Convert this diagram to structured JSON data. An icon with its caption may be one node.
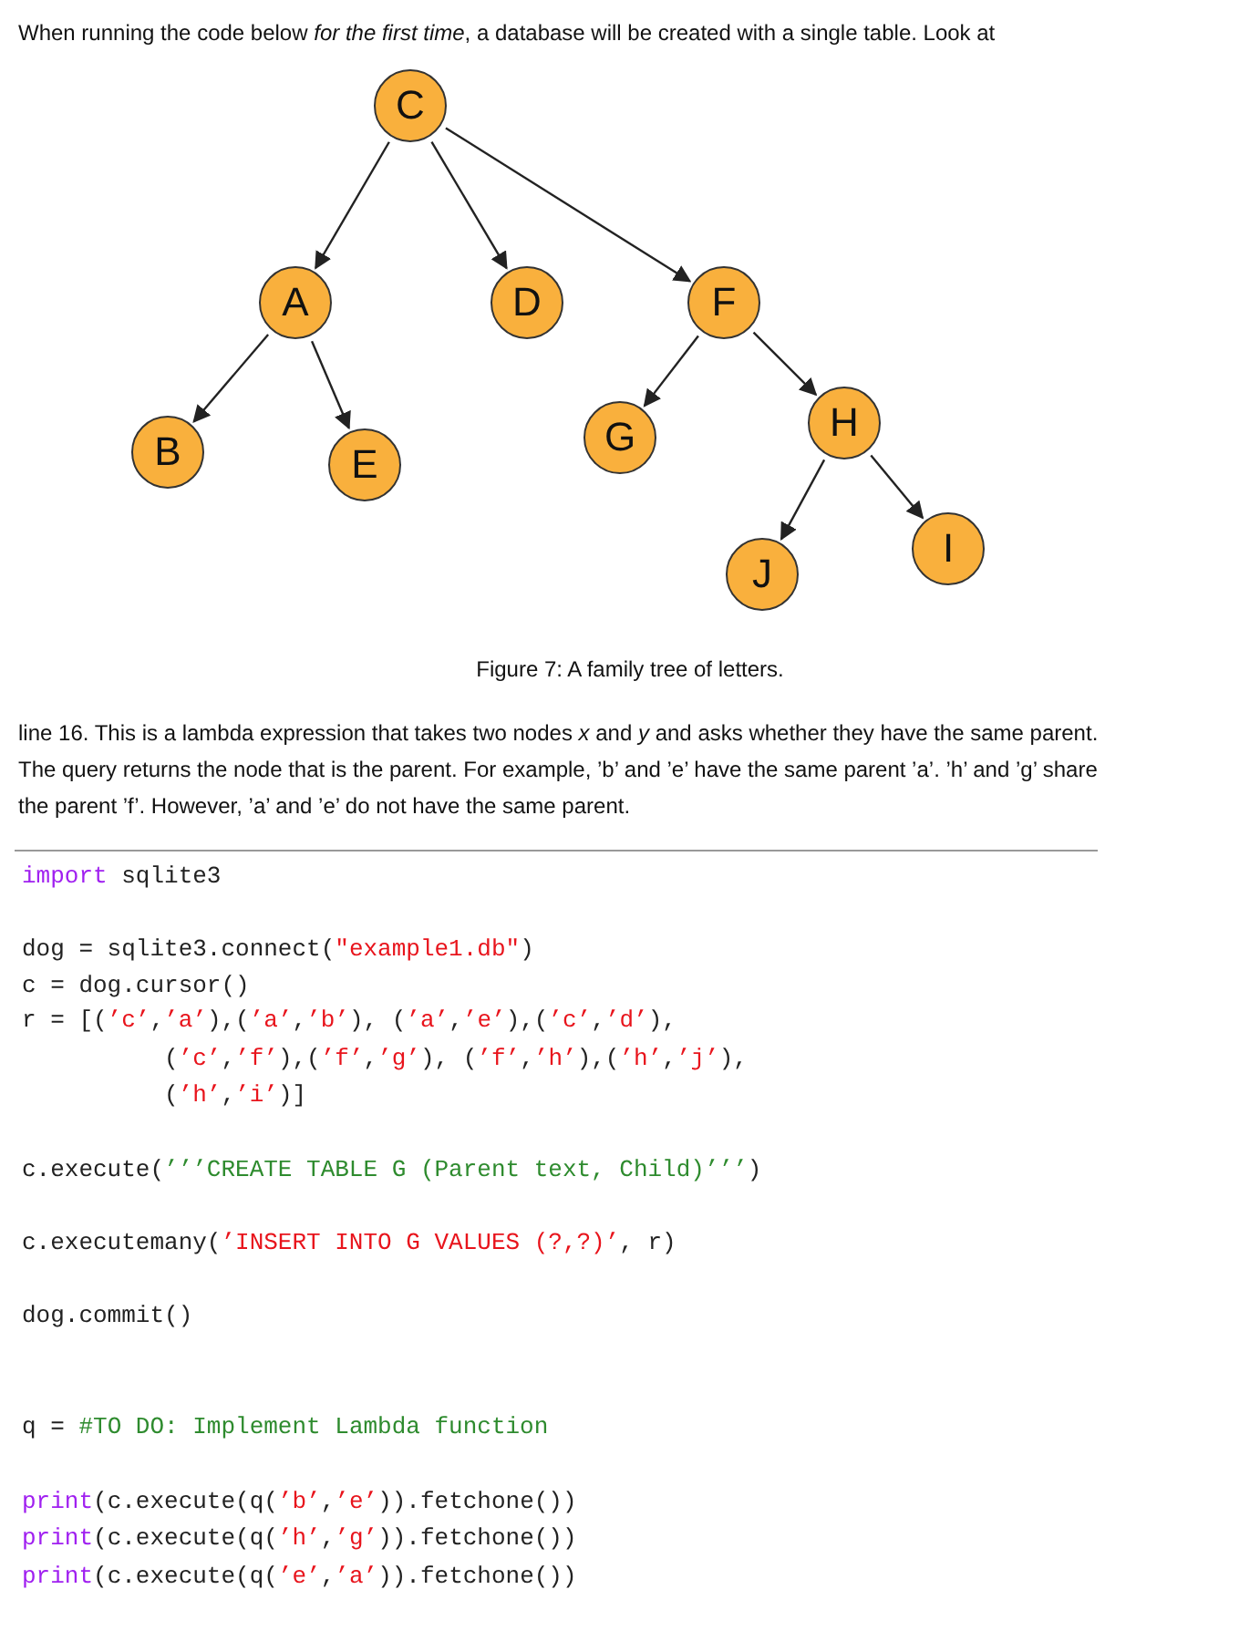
{
  "diagram": {
    "caption": "Figure 7: A family tree of letters.",
    "nodes": [
      {
        "text": [
          "C"
        ]
      },
      {
        "text": [
          "A"
        ]
      },
      {
        "text": [
          "D"
        ]
      },
      {
        "text": [
          "F"
        ]
      },
      {
        "text": [
          "B"
        ]
      },
      {
        "text": [
          "E"
        ]
      },
      {
        "text": [
          "G"
        ]
      },
      {
        "text": [
          "H"
        ]
      },
      {
        "text": [
          "J"
        ]
      },
      {
        "text": [
          "I"
        ]
      }
    ],
    "edges": [
      {
        "from": 0,
        "to": 1,
        "arrow": "to"
      },
      {
        "from": 0,
        "to": 2,
        "arrow": "to"
      },
      {
        "from": 0,
        "to": 3,
        "arrow": "to"
      },
      {
        "from": 1,
        "to": 4,
        "arrow": "to"
      },
      {
        "from": 1,
        "to": 5,
        "arrow": "to"
      },
      {
        "from": 3,
        "to": 6,
        "arrow": "to"
      },
      {
        "from": 3,
        "to": 7,
        "arrow": "to"
      },
      {
        "from": 7,
        "to": 8,
        "arrow": "to"
      },
      {
        "from": 7,
        "to": 9,
        "arrow": "to"
      }
    ],
    "labels": [
      "When running the code below *for the first time*, a database will be created with a single table. Look at",
      "line 16. This is a lambda expression that takes two nodes *x* and *y* and asks whether they have the same parent. The query returns the node that is the parent. For example, ’b’ and ’e’ have the same parent ’a’. ’h’ and ’g’ share the parent ’f’. However, ’a’ and ’e’ do not have the same parent.",
      "import sqlite3",
      "dog = sqlite3.connect(\"example1.db\")",
      "c = dog.cursor()",
      "r = [(’c’,’a’),(’a’,’b’), (’a’,’e’),(’c’,’d’),",
      "(’c’,’f’),(’f’,’g’), (’f’,’h’),(’h’,’j’),",
      "(’h’,’i’)]",
      "c.execute(’’’CREATE TABLE G (Parent text, Child)’’’)",
      "c.executemany(’INSERT INTO G VALUES (?,?)’, r)",
      "dog.commit()",
      "q = #TO DO: Implement Lambda function",
      "print(c.execute(q(’b’,’e’)).fetchone())",
      "print(c.execute(q(’h’,’g’)).fetchone())",
      "print(c.execute(q(’e’,’a’)).fetchone())"
    ]
  }
}
